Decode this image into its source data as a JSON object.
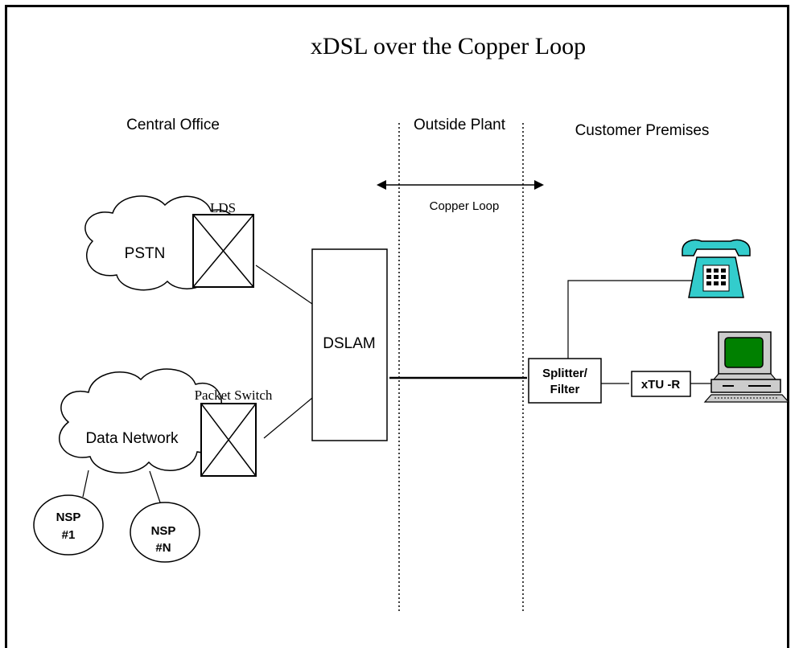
{
  "diagram": {
    "title": "xDSL over the Copper Loop",
    "regions": {
      "central_office": "Central Office",
      "outside_plant": "Outside Plant",
      "customer_premises": "Customer Premises"
    },
    "copper_loop_label": "Copper Loop",
    "nodes": {
      "pstn": "PSTN",
      "lds": "LDS",
      "packet_switch": "Packet Switch",
      "data_network": "Data Network",
      "dslam": "DSLAM",
      "splitter_line1": "Splitter/",
      "splitter_line2": "Filter",
      "xtur": "xTU -R",
      "nsp1_line1": "NSP",
      "nsp1_line2": "#1",
      "nspn_line1": "NSP",
      "nspn_line2": "#N"
    },
    "colors": {
      "telephone": "#33cccc",
      "monitor_screen": "#008000",
      "line": "#000000"
    },
    "icons": [
      "telephone-icon",
      "computer-icon",
      "cloud-icon",
      "switch-icon"
    ]
  }
}
